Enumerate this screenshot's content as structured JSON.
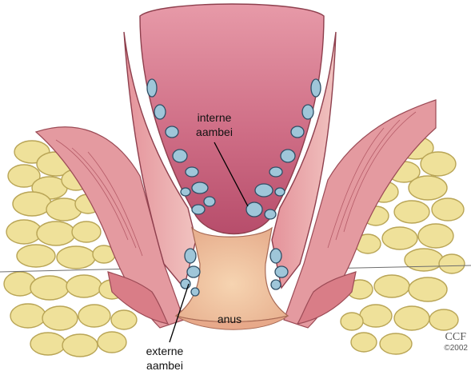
{
  "labels": {
    "internal_line1": "interne",
    "internal_line2": "aambei",
    "anus": "anus",
    "external_line1": "externe",
    "external_line2": "aambei"
  },
  "credit": {
    "org": "CCF",
    "year": "©2002"
  },
  "colors": {
    "fat": "#efe19a",
    "fat_outline": "#b9a556",
    "muscle": "#e6a0a4",
    "mucosa": "#d27a87",
    "lumen": "#c85c77",
    "vessel": "#9fc6d9",
    "vessel_outline": "#2f4f66",
    "skin": "#f1c7a1"
  }
}
